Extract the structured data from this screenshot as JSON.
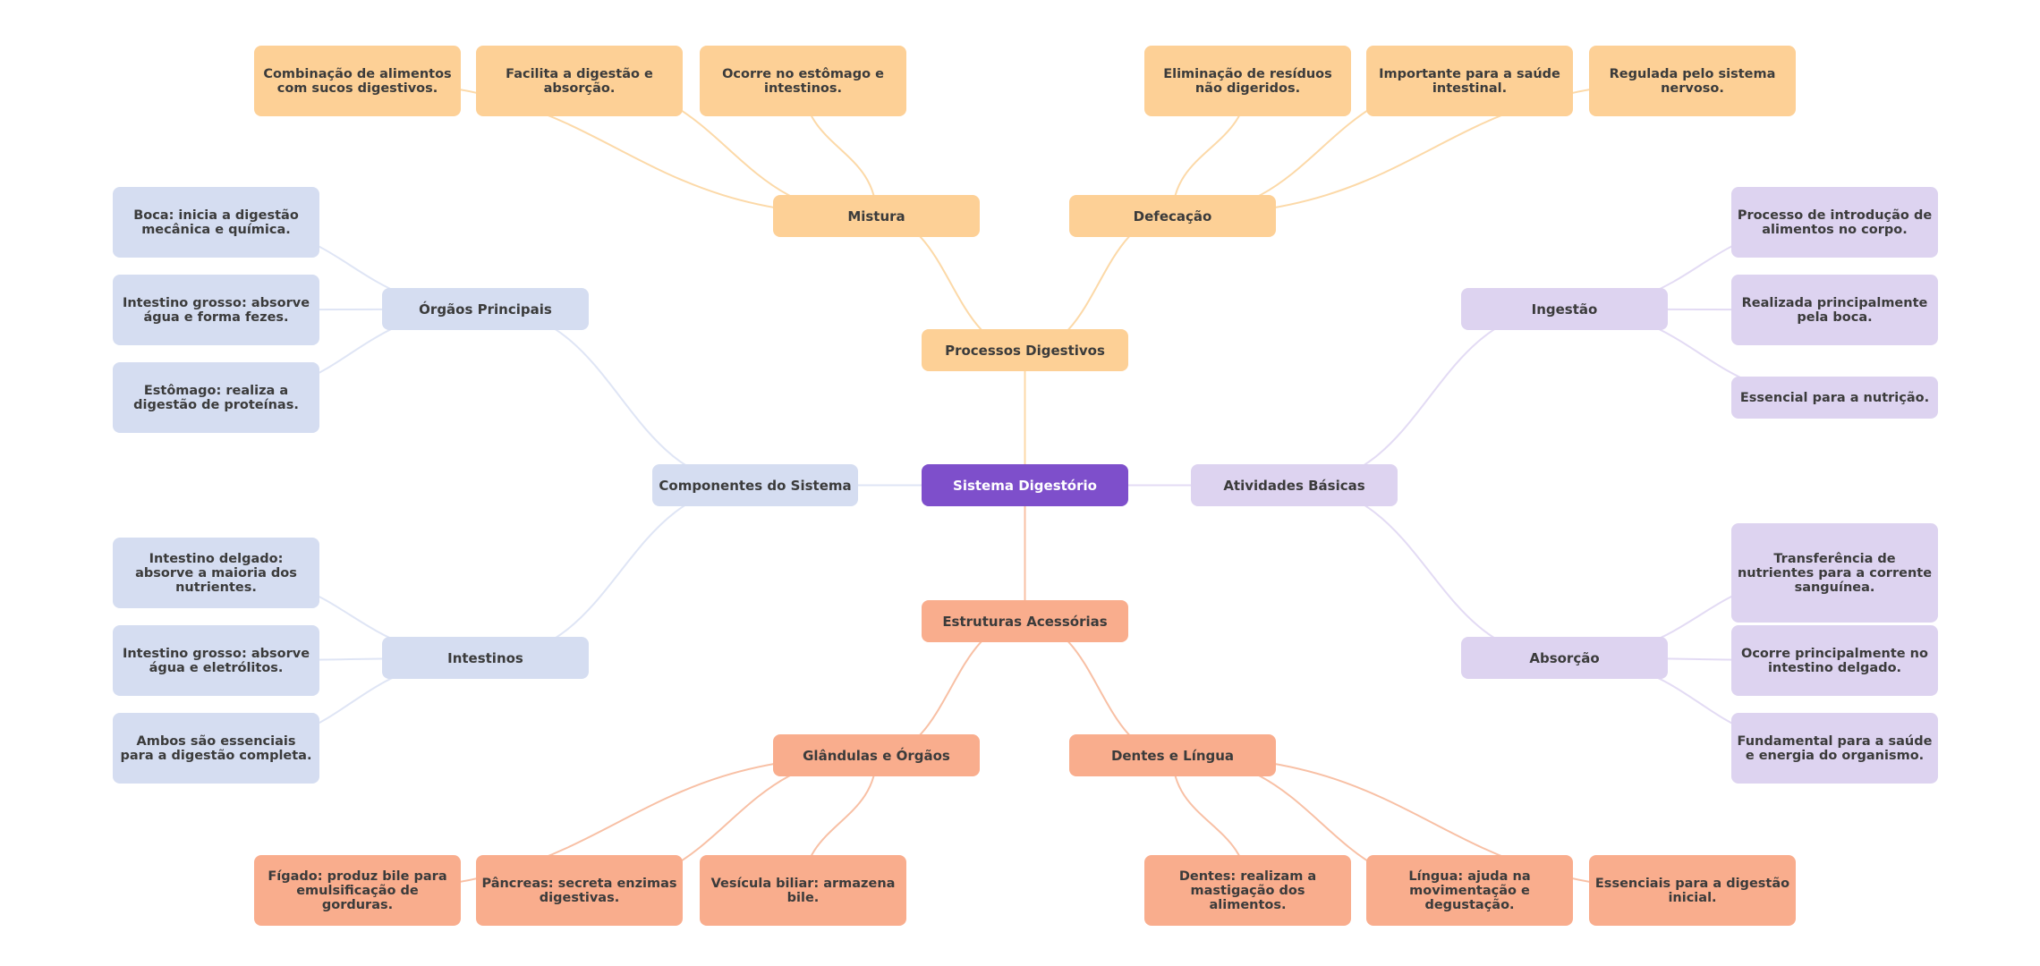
{
  "title": "Sistema Digestório",
  "colors": {
    "root": "#7e4fcb",
    "processos": "#fdd096",
    "processos_edge": "#fcd9a8",
    "componentes": "#d5ddf1",
    "componentes_edge": "#dfe5f5",
    "atividades": "#ddd3f0",
    "atividades_edge": "#e3dbf4",
    "estruturas": "#f9ad8d",
    "estruturas_edge": "#f8c0a5",
    "text": "#3b3b3b"
  },
  "mindmap": {
    "root": {
      "id": "root",
      "label": "Sistema Digestório"
    },
    "branches": [
      {
        "id": "processos",
        "label": "Processos Digestivos",
        "group": "processos",
        "children": [
          {
            "id": "mistura",
            "label": "Mistura",
            "children": [
              {
                "id": "mis1",
                "label": "Combinação de alimentos com sucos digestivos."
              },
              {
                "id": "mis2",
                "label": "Facilita a digestão e absorção."
              },
              {
                "id": "mis3",
                "label": "Ocorre no estômago e intestinos."
              }
            ]
          },
          {
            "id": "defecacao",
            "label": "Defecação",
            "children": [
              {
                "id": "def1",
                "label": "Eliminação de resíduos não digeridos."
              },
              {
                "id": "def2",
                "label": "Importante para a saúde intestinal."
              },
              {
                "id": "def3",
                "label": "Regulada pelo sistema nervoso."
              }
            ]
          }
        ]
      },
      {
        "id": "componentes",
        "label": "Componentes do Sistema",
        "group": "componentes",
        "children": [
          {
            "id": "orgaos",
            "label": "Órgãos Principais",
            "children": [
              {
                "id": "org1",
                "label": "Boca: inicia a digestão mecânica e química."
              },
              {
                "id": "org2",
                "label": "Intestino grosso: absorve água e forma fezes."
              },
              {
                "id": "org3",
                "label": "Estômago: realiza a digestão de proteínas."
              }
            ]
          },
          {
            "id": "intestinos",
            "label": "Intestinos",
            "children": [
              {
                "id": "int1",
                "label": "Intestino delgado: absorve a maioria dos nutrientes."
              },
              {
                "id": "int2",
                "label": "Intestino grosso: absorve água e eletrólitos."
              },
              {
                "id": "int3",
                "label": "Ambos são essenciais para a digestão completa."
              }
            ]
          }
        ]
      },
      {
        "id": "atividades",
        "label": "Atividades Básicas",
        "group": "atividades",
        "children": [
          {
            "id": "ingestao",
            "label": "Ingestão",
            "children": [
              {
                "id": "ing1",
                "label": "Processo de introdução de alimentos no corpo."
              },
              {
                "id": "ing2",
                "label": "Realizada principalmente pela boca."
              },
              {
                "id": "ing3",
                "label": "Essencial para a nutrição."
              }
            ]
          },
          {
            "id": "absorcao",
            "label": "Absorção",
            "children": [
              {
                "id": "abs1",
                "label": "Transferência de nutrientes para a corrente sanguínea."
              },
              {
                "id": "abs2",
                "label": "Ocorre principalmente no intestino delgado."
              },
              {
                "id": "abs3",
                "label": "Fundamental para a saúde e energia do organismo."
              }
            ]
          }
        ]
      },
      {
        "id": "estruturas",
        "label": "Estruturas Acessórias",
        "group": "estruturas",
        "children": [
          {
            "id": "glandulas",
            "label": "Glândulas e Órgãos",
            "children": [
              {
                "id": "gla1",
                "label": "Fígado: produz bile para emulsificação de gorduras."
              },
              {
                "id": "gla2",
                "label": "Pâncreas: secreta enzimas digestivas."
              },
              {
                "id": "gla3",
                "label": "Vesícula biliar: armazena bile."
              }
            ]
          },
          {
            "id": "dentes",
            "label": "Dentes e Língua",
            "children": [
              {
                "id": "den1",
                "label": "Dentes: realizam a mastigação dos alimentos."
              },
              {
                "id": "den2",
                "label": "Língua: ajuda na movimentação e degustação."
              },
              {
                "id": "den3",
                "label": "Essenciais para a digestão inicial."
              }
            ]
          }
        ]
      }
    ]
  }
}
